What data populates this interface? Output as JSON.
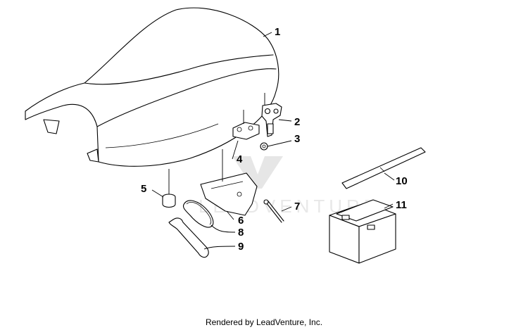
{
  "callouts": [
    "1",
    "2",
    "3",
    "4",
    "5",
    "6",
    "7",
    "8",
    "9",
    "10",
    "11"
  ],
  "watermark": "LEADVENTURE",
  "footer": "Rendered by LeadVenture, Inc."
}
